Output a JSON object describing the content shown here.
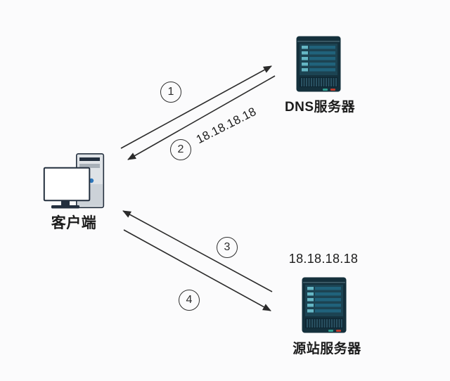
{
  "nodes": {
    "client": {
      "label": "客户端"
    },
    "dns_server": {
      "label": "DNS服务器"
    },
    "origin_server": {
      "label": "源站服务器",
      "ip_label": "18.18.18.18"
    }
  },
  "annotations": {
    "dns_response_ip": "18.18.18.18"
  },
  "steps": [
    {
      "label": "1"
    },
    {
      "label": "2"
    },
    {
      "label": "3"
    },
    {
      "label": "4"
    }
  ],
  "colors": {
    "background": "#fbfbfc",
    "arrow_line": "#2b2b2b",
    "text": "#1c1c1c",
    "server_body": "#14303c",
    "server_panel": "#1c4352",
    "server_bar": "#20627b",
    "server_chip": "#64b6c4",
    "server_vent_bg": "#0d2531",
    "server_vent_slat": "#2a5263",
    "indicator_teal": "#2f9e8f",
    "indicator_red": "#c23b2c",
    "client_outline": "#232f3e",
    "client_tower": "#dfe3e7",
    "client_screen": "#ffffff",
    "client_dot": "#2e77bb"
  }
}
